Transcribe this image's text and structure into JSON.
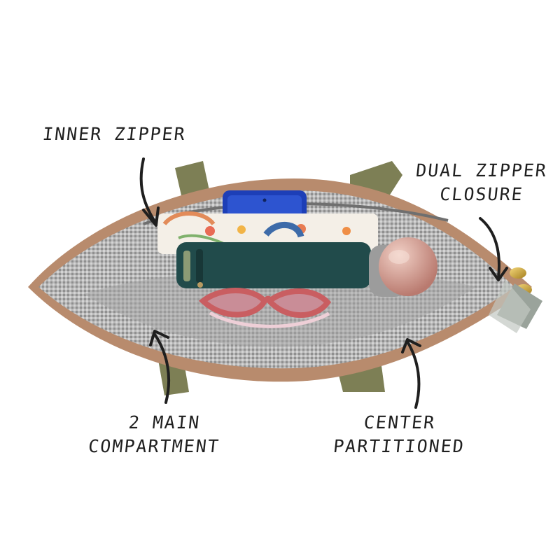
{
  "callouts": {
    "inner_zipper": "INNER ZIPPER",
    "dual_zipper_line1": "DUAL ZIPPER",
    "dual_zipper_line2": "CLOSURE",
    "main_compartment_line1": "2 MAIN",
    "main_compartment_line2": "COMPARTMENT",
    "center_partitioned_line1": "CENTER",
    "center_partitioned_line2": "PARTITIONED"
  },
  "colors": {
    "zipper_trim": "#b88b6d",
    "lining": "#9a9a9a",
    "straps": "#7d7f55",
    "notebook": "#214b4b",
    "phone": "#1d3fb7",
    "bottle": "#c58e82",
    "sunglasses": "#c95e61"
  }
}
